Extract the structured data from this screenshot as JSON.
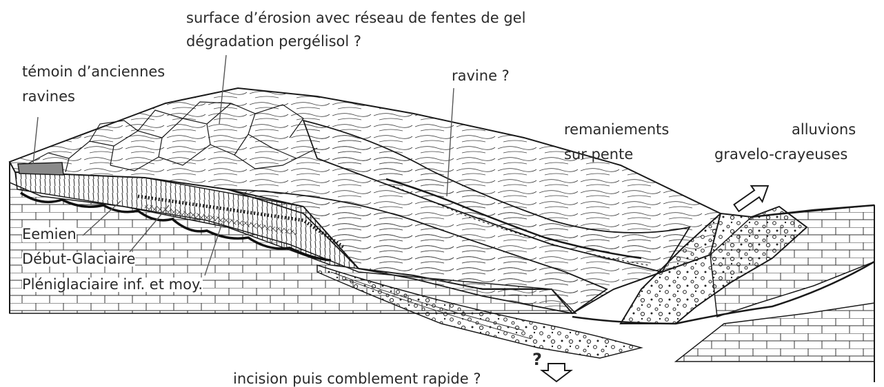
{
  "labels": {
    "surface_line1": "surface d’érosion avec réseau de fentes de gel",
    "surface_line2": "dégradation pergélisol ?",
    "temoin_line1": "témoin d’anciennes",
    "temoin_line2": "ravines",
    "ravine": "ravine ?",
    "remaniements_line1": "remaniements",
    "remaniements_line2": "sur pente",
    "alluvions_line1": "alluvions",
    "alluvions_line2": "gravelo-crayeuses",
    "eemien": "Eemien",
    "debut_glaciaire": "Début-Glaciaire",
    "pleniglaciaire": "Pléniglaciaire inf. et moy.",
    "incision": "incision puis comblement rapide ?",
    "question_mark": "?"
  },
  "colors": {
    "ink": "#1a1a1a",
    "text": "#2a2a2a",
    "background": "#ffffff",
    "leader": "#555555",
    "shade": "#8a8a8a"
  },
  "icons": {
    "up_arrow": "outline-arrow-upper-right",
    "down_arrow": "outline-arrow-down"
  }
}
